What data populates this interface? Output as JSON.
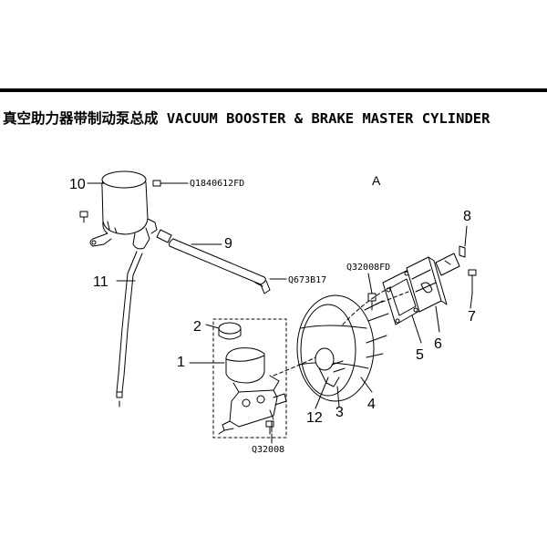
{
  "header": {
    "title": "真空助力器带制动泵总成 VACUUM BOOSTER & BRAKE MASTER CYLINDER"
  },
  "diagram": {
    "view_label": "A",
    "callouts": [
      "1",
      "2",
      "3",
      "4",
      "5",
      "6",
      "7",
      "8",
      "9",
      "10",
      "11",
      "12"
    ],
    "part_codes": {
      "bolt_10": "Q1840612FD",
      "clamp_9": "Q673B17",
      "nut_4": "Q32008FD",
      "nut_1": "Q32008"
    }
  }
}
